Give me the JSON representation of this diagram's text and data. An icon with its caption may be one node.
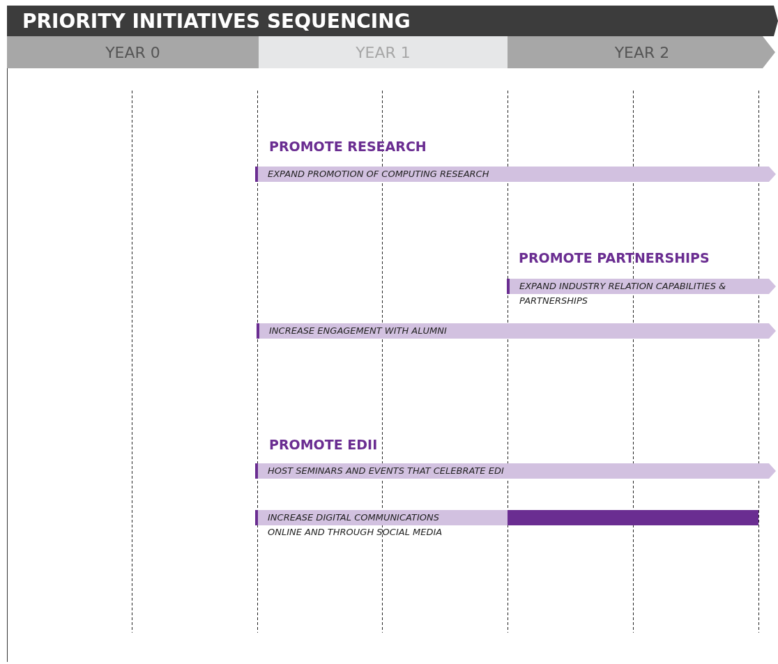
{
  "diagram": {
    "title": "PRIORITY INITIATIVES SEQUENCING",
    "nodes": [
      {
        "text": [
          "YEAR 0"
        ]
      },
      {
        "text": [
          "YEAR 1"
        ]
      },
      {
        "text": [
          "YEAR 2"
        ]
      },
      {
        "text": [
          "EXPAND PROMOTION OF COMPUTING RESEARCH"
        ]
      },
      {
        "text": [
          "EXPAND INDUSTRY RELATION CAPABILITIES & PARTNERSHIPS"
        ]
      },
      {
        "text": [
          "INCREASE ENGAGEMENT WITH ALUMNI"
        ]
      },
      {
        "text": [
          "HOST SEMINARS AND EVENTS THAT CELEBRATE EDI"
        ]
      },
      {
        "text": [
          "INCREASE DIGITAL COMMUNICATIONS ONLINE AND THROUGH SOCIAL MEDIA"
        ]
      },
      {
        "text": [],
        "shape": "bar"
      }
    ],
    "labels": [
      "PROMOTE RESEARCH",
      "PROMOTE PARTNERSHIPS",
      "PROMOTE EDII"
    ]
  }
}
